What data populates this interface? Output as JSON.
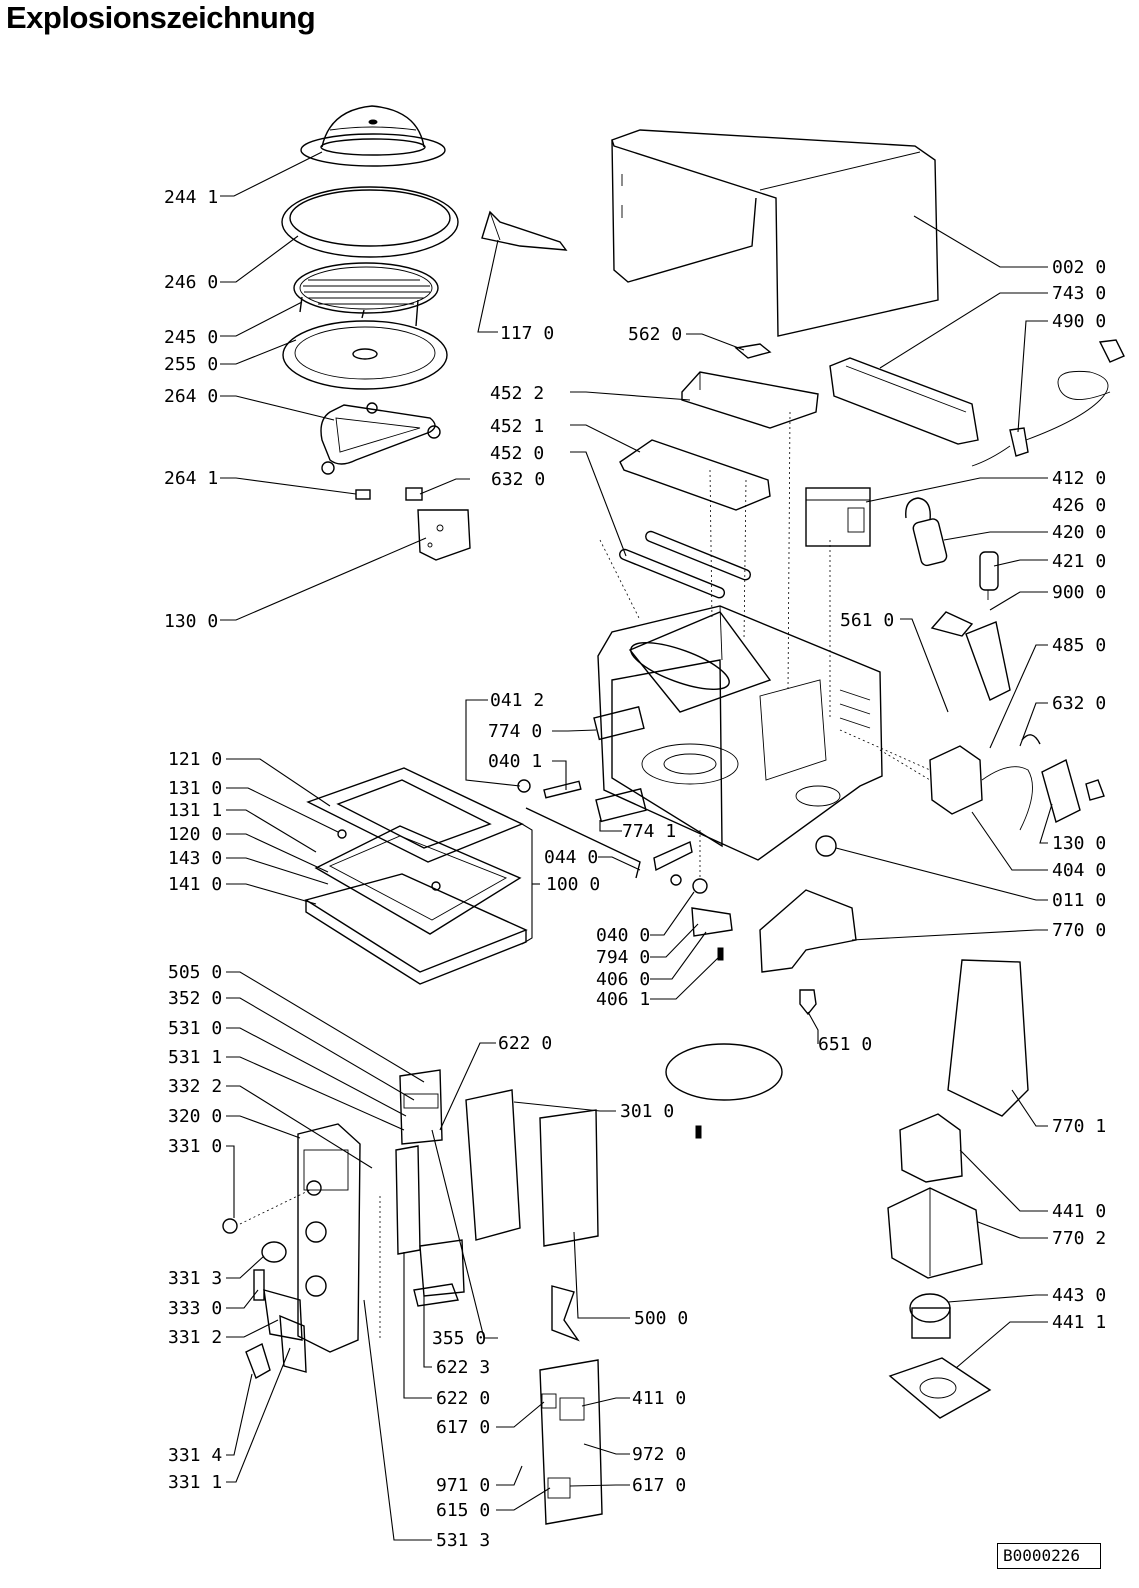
{
  "title": "Explosionszeichnung",
  "drawing_code": "B0000226",
  "labels": [
    {
      "id": "244-1",
      "text": "244  1"
    },
    {
      "id": "246-0",
      "text": "246  0"
    },
    {
      "id": "245-0",
      "text": "245  0"
    },
    {
      "id": "255-0",
      "text": "255  0"
    },
    {
      "id": "264-0",
      "text": "264  0"
    },
    {
      "id": "264-1",
      "text": "264  1"
    },
    {
      "id": "632-0a",
      "text": "632  0"
    },
    {
      "id": "130-0a",
      "text": "130  0"
    },
    {
      "id": "117-0",
      "text": "117  0"
    },
    {
      "id": "562-0",
      "text": "562  0"
    },
    {
      "id": "452-2",
      "text": "452  2"
    },
    {
      "id": "452-1",
      "text": "452  1"
    },
    {
      "id": "452-0",
      "text": "452  0"
    },
    {
      "id": "002-0",
      "text": "002  0"
    },
    {
      "id": "743-0",
      "text": "743  0"
    },
    {
      "id": "490-0",
      "text": "490  0"
    },
    {
      "id": "412-0",
      "text": "412  0"
    },
    {
      "id": "426-0",
      "text": "426  0"
    },
    {
      "id": "420-0",
      "text": "420  0"
    },
    {
      "id": "421-0",
      "text": "421  0"
    },
    {
      "id": "900-0",
      "text": "900  0"
    },
    {
      "id": "561-0",
      "text": "561  0"
    },
    {
      "id": "485-0",
      "text": "485  0"
    },
    {
      "id": "632-0b",
      "text": "632  0"
    },
    {
      "id": "130-0b",
      "text": "130  0"
    },
    {
      "id": "404-0",
      "text": "404  0"
    },
    {
      "id": "011-0",
      "text": "011  0"
    },
    {
      "id": "770-0",
      "text": "770  0"
    },
    {
      "id": "770-1",
      "text": "770  1"
    },
    {
      "id": "441-0",
      "text": "441  0"
    },
    {
      "id": "770-2",
      "text": "770  2"
    },
    {
      "id": "443-0",
      "text": "443  0"
    },
    {
      "id": "441-1",
      "text": "441  1"
    },
    {
      "id": "041-2",
      "text": "041  2"
    },
    {
      "id": "774-0",
      "text": "774  0"
    },
    {
      "id": "040-1",
      "text": "040  1"
    },
    {
      "id": "774-1",
      "text": "774  1"
    },
    {
      "id": "044-0",
      "text": "044  0"
    },
    {
      "id": "100-0",
      "text": "100  0"
    },
    {
      "id": "040-0",
      "text": "040  0"
    },
    {
      "id": "794-0",
      "text": "794  0"
    },
    {
      "id": "406-0",
      "text": "406  0"
    },
    {
      "id": "406-1",
      "text": "406  1"
    },
    {
      "id": "651-0",
      "text": "651  0"
    },
    {
      "id": "121-0",
      "text": "121  0"
    },
    {
      "id": "131-0",
      "text": "131  0"
    },
    {
      "id": "131-1",
      "text": "131  1"
    },
    {
      "id": "120-0",
      "text": "120  0"
    },
    {
      "id": "143-0",
      "text": "143  0"
    },
    {
      "id": "141-0",
      "text": "141  0"
    },
    {
      "id": "505-0",
      "text": "505  0"
    },
    {
      "id": "352-0",
      "text": "352  0"
    },
    {
      "id": "531-0",
      "text": "531  0"
    },
    {
      "id": "531-1",
      "text": "531  1"
    },
    {
      "id": "332-2",
      "text": "332  2"
    },
    {
      "id": "320-0",
      "text": "320  0"
    },
    {
      "id": "331-0",
      "text": "331  0"
    },
    {
      "id": "331-3",
      "text": "331  3"
    },
    {
      "id": "333-0",
      "text": "333  0"
    },
    {
      "id": "331-2",
      "text": "331  2"
    },
    {
      "id": "331-4",
      "text": "331  4"
    },
    {
      "id": "331-1",
      "text": "331  1"
    },
    {
      "id": "531-3",
      "text": "531  3"
    },
    {
      "id": "622-0a",
      "text": "622  0"
    },
    {
      "id": "301-0",
      "text": "301  0"
    },
    {
      "id": "500-0",
      "text": "500  0"
    },
    {
      "id": "355-0",
      "text": "355  0"
    },
    {
      "id": "622-3",
      "text": "622  3"
    },
    {
      "id": "622-0b",
      "text": "622  0"
    },
    {
      "id": "617-0a",
      "text": "617  0"
    },
    {
      "id": "411-0",
      "text": "411  0"
    },
    {
      "id": "972-0",
      "text": "972  0"
    },
    {
      "id": "971-0",
      "text": "971  0"
    },
    {
      "id": "617-0b",
      "text": "617  0"
    },
    {
      "id": "615-0",
      "text": "615  0"
    }
  ]
}
